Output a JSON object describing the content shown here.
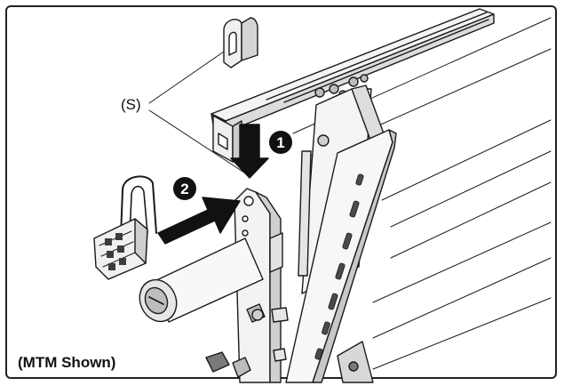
{
  "callout": {
    "label": "(S)"
  },
  "steps": [
    {
      "number": "1"
    },
    {
      "number": "2"
    }
  ],
  "caption": {
    "text": "(MTM Shown)"
  },
  "colors": {
    "line": "#1a1a1a",
    "fill_light": "#f2f2f2",
    "fill_mid": "#cfcfcf",
    "fill_dark": "#5a5a5a",
    "arrow": "#111111"
  }
}
